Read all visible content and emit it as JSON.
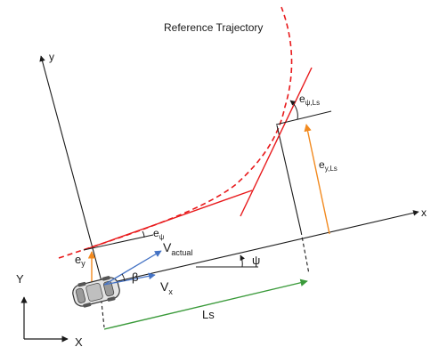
{
  "title": "Reference Trajectory",
  "frame_labels": {
    "global_x": "X",
    "global_y": "Y",
    "body_x": "x",
    "body_y": "y"
  },
  "symbols": {
    "e_y": {
      "base": "e",
      "sub": "y"
    },
    "e_psi": {
      "base": "e",
      "sub": "ψ"
    },
    "e_psi_ls": {
      "base": "e",
      "sub": "ψ,Ls"
    },
    "e_y_ls": {
      "base": "e",
      "sub": "y,Ls"
    },
    "v_actual": {
      "base": "V",
      "sub": "actual"
    },
    "v_x": {
      "base": "V",
      "sub": "x"
    },
    "beta": "β",
    "psi": "ψ",
    "ls": "Ls"
  },
  "colors": {
    "trajectory": "#e8191b",
    "tangent": "#e8191b",
    "offset_arrow": "#f28a1f",
    "lookahead_arrow": "#3a9a3a",
    "velocity_arrow": "#4472c4",
    "axes": "#1a1a1a"
  }
}
